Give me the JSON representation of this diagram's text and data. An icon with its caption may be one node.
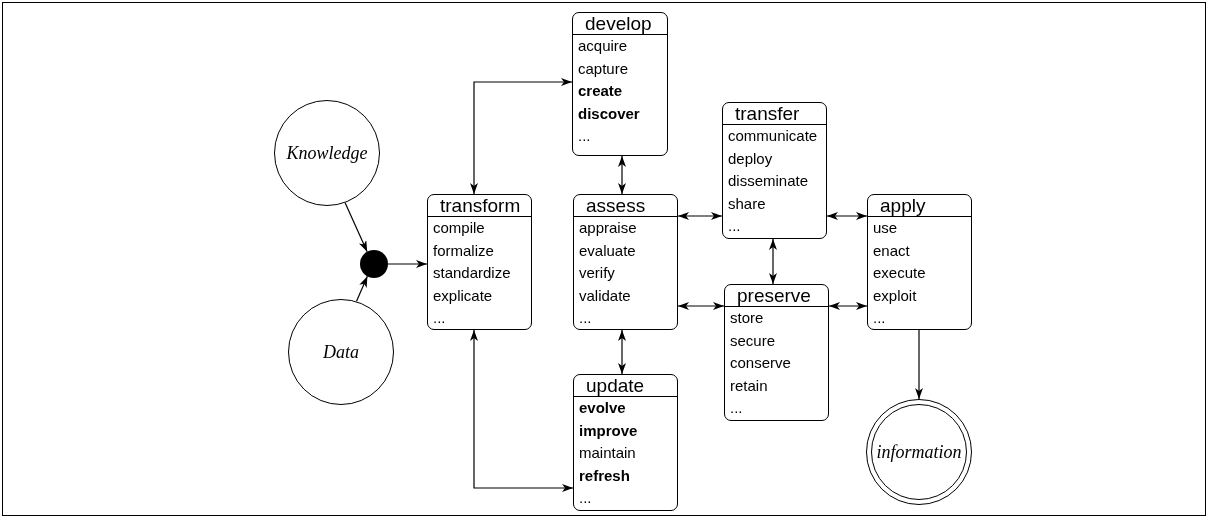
{
  "diagram": {
    "nodes": [
      {
        "text": [
          "Knowledge"
        ]
      },
      {
        "text": [
          "Data"
        ]
      },
      {
        "text": [],
        "shape": "circle"
      },
      {
        "text": [
          "transform",
          "compile formalize standardize explicate ..."
        ]
      },
      {
        "text": [
          "develop",
          "acquire capture **create** **discover** ..."
        ]
      },
      {
        "text": [
          "assess",
          "appraise evaluate verify validate ..."
        ]
      },
      {
        "text": [
          "update",
          "**evolve** **improve** maintain **refresh** ..."
        ]
      },
      {
        "text": [
          "transfer",
          "communicate deploy disseminate share ..."
        ]
      },
      {
        "text": [
          "preserve",
          "store secure conserve retain ..."
        ]
      },
      {
        "text": [
          "apply",
          "use enact execute exploit ..."
        ]
      },
      {
        "text": [
          "information"
        ]
      }
    ],
    "edges": [
      {
        "from": 0,
        "to": 2,
        "arrow": "to"
      },
      {
        "from": 1,
        "to": 2,
        "arrow": "to"
      },
      {
        "from": 2,
        "to": 3,
        "arrow": "to"
      },
      {
        "from": 3,
        "to": 4,
        "arrow": "both"
      },
      {
        "from": 3,
        "to": 6,
        "arrow": "both"
      },
      {
        "from": 4,
        "to": 5,
        "arrow": "both"
      },
      {
        "from": 5,
        "to": 6,
        "arrow": "both"
      },
      {
        "from": 5,
        "to": 7,
        "arrow": "both"
      },
      {
        "from": 5,
        "to": 8,
        "arrow": "both"
      },
      {
        "from": 7,
        "to": 8,
        "arrow": "both"
      },
      {
        "from": 7,
        "to": 9,
        "arrow": "both"
      },
      {
        "from": 8,
        "to": 9,
        "arrow": "both"
      },
      {
        "from": 9,
        "to": 10,
        "arrow": "to"
      }
    ]
  }
}
